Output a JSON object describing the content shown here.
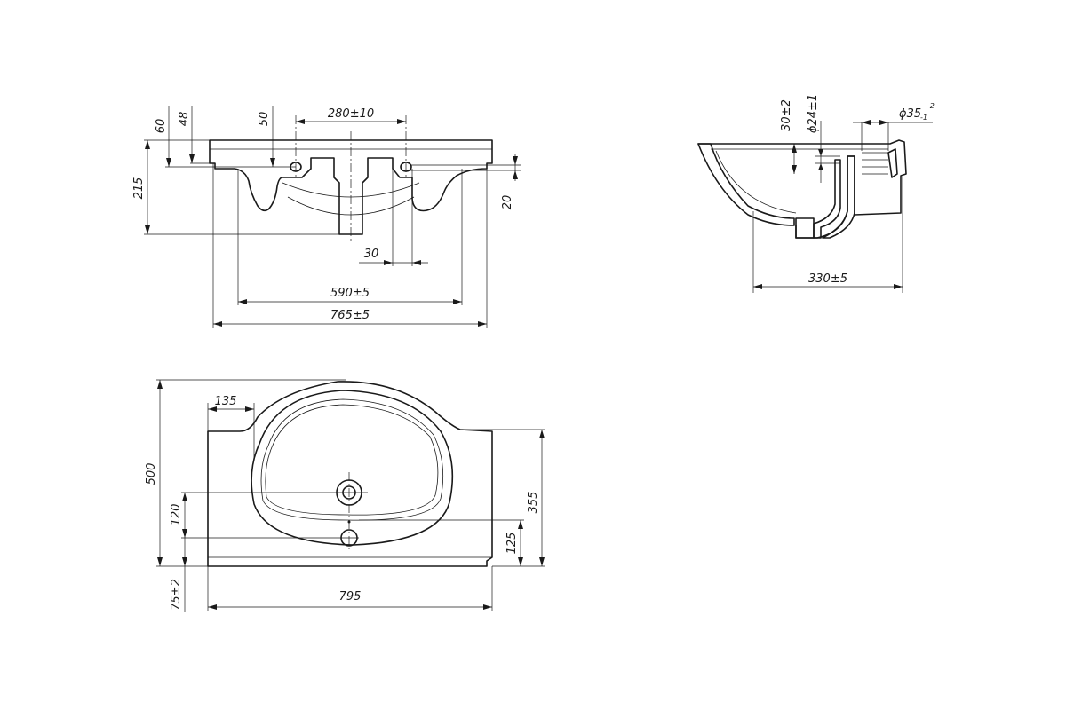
{
  "dimensions": {
    "front": {
      "d60": "60",
      "d48": "48",
      "d50": "50",
      "d280": "280±10",
      "d215": "215",
      "d20": "20",
      "d30": "30",
      "d590": "590±5",
      "d765": "765±5"
    },
    "side": {
      "d30": "30±2",
      "d24": "ϕ24±1",
      "d35": "ϕ35",
      "d35_upper": "+2",
      "d35_lower": "-1",
      "d330": "330±5"
    },
    "top": {
      "d135": "135",
      "d500": "500",
      "d120": "120",
      "d75": "75±2",
      "d795": "795",
      "d355": "355",
      "d125": "125"
    }
  }
}
